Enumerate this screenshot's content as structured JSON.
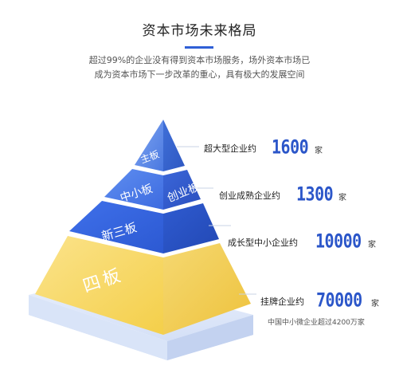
{
  "header": {
    "title": "资本市场未来格局",
    "subtitle_line1": "超过99%的企业没有得到资本市场服务，场外资本市场已",
    "subtitle_line2": "成为资本市场下一步改革的重心，具有极大的发展空间"
  },
  "pyramid": {
    "tier1": "主板",
    "tier2_left": "中小板",
    "tier2_right": "创业板",
    "tier3": "新三板",
    "tier4": "四板"
  },
  "stats": [
    {
      "label": "超大型企业约",
      "value": "1600",
      "unit": "家"
    },
    {
      "label": "创业成熟企业约",
      "value": "1300",
      "unit": "家"
    },
    {
      "label": "成长型中小企业约",
      "value": "10000",
      "unit": "家"
    },
    {
      "label": "挂牌企业约",
      "value": "70000",
      "unit": "家"
    }
  ],
  "footnote": "中国中小微企业超过4200万家",
  "colors": {
    "accent": "#2b56c9",
    "tier_top": "#4f7fe6",
    "tier_yellow": "#f6d55a",
    "base": "#dfe9fb"
  }
}
